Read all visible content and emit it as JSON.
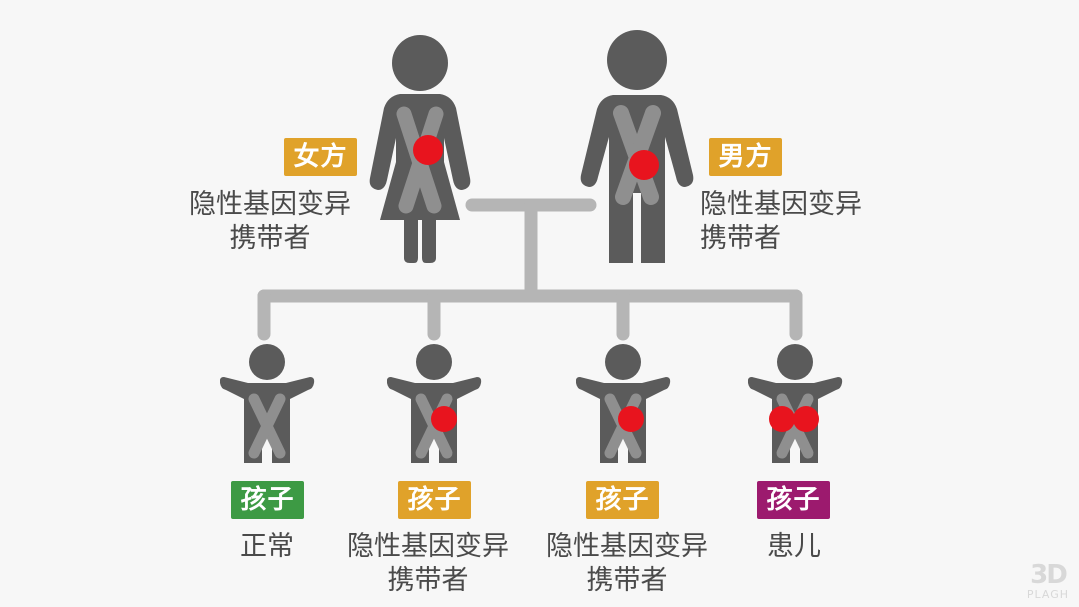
{
  "parents": {
    "mother": {
      "badge": "女方",
      "line1": "隐性基因变异",
      "line2": "携带者"
    },
    "father": {
      "badge": "男方",
      "line1": "隐性基因变异",
      "line2": "携带者"
    }
  },
  "children": [
    {
      "badge": "孩子",
      "line1": "正常",
      "line2": ""
    },
    {
      "badge": "孩子",
      "line1": "隐性基因变异",
      "line2": "携带者"
    },
    {
      "badge": "孩子",
      "line1": "隐性基因变异",
      "line2": "携带者"
    },
    {
      "badge": "孩子",
      "line1": "患儿",
      "line2": ""
    }
  ],
  "watermark": {
    "number": "3D",
    "text": "PLAGH"
  },
  "colors": {
    "figure": "#5b5b5b",
    "chromosome": "#8f8f8f",
    "mutation": "#e8141e",
    "connector": "#b5b5b5",
    "badge_parent": "#e0a22a",
    "badge_normal": "#3d9a44",
    "badge_carrier": "#e0a22a",
    "badge_affected": "#9c1a6e"
  }
}
